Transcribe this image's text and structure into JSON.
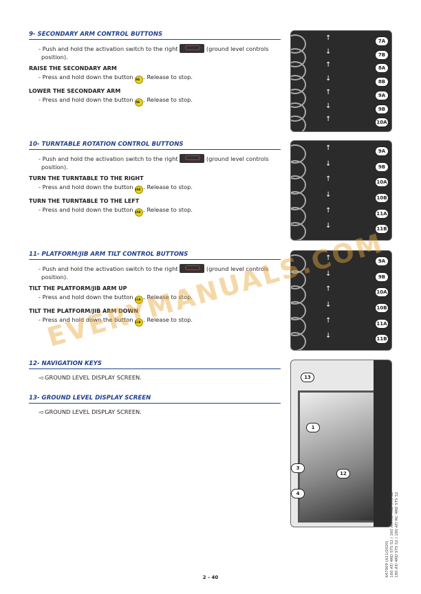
{
  "sections": [
    {
      "title": "9- SECONDARY ARM CONTROL BUTTONS",
      "intro": "- Push and hold the activation switch to the right",
      "intro_end": "(ground level controls position).",
      "actions": [
        {
          "heading": "RAISE THE SECONDARY ARM",
          "text": "- Press and hold down the button",
          "button": "9A",
          "end": ". Release to stop."
        },
        {
          "heading": "LOWER THE SECONDARY ARM",
          "text": "- Press and hold down the button",
          "button": "9B",
          "end": ". Release to stop."
        }
      ]
    },
    {
      "title": "10- TURNTABLE ROTATION CONTROL BUTTONS",
      "intro": "- Push and hold the activation switch to the right",
      "intro_end": "(ground level controls position).",
      "actions": [
        {
          "heading": "TURN THE TURNTABLE TO THE RIGHT",
          "text": "- Press and hold down the button",
          "button": "10A",
          "end": ". Release to stop."
        },
        {
          "heading": "TURN THE TURNTABLE TO THE LEFT",
          "text": "- Press and hold down the button",
          "button": "10B",
          "end": ". Release to stop."
        }
      ]
    },
    {
      "title": "11- PLATFORM/JIB ARM TILT CONTROL BUTTONS",
      "intro": "- Push and hold the activation switch to the right",
      "intro_end": "(ground level controls position).",
      "actions": [
        {
          "heading": "TILT THE PLATFORM/JIB ARM UP",
          "text": "- Press and hold down the button",
          "button": "11A",
          "end": ". Release to stop."
        },
        {
          "heading": "TILT THE PLATFORM/JIB ARM DOWN",
          "text": "- Press and hold down the button",
          "button": "11B",
          "end": ". Release to stop."
        }
      ]
    },
    {
      "title": "12- NAVIGATION KEYS",
      "ref": "◅ GROUND LEVEL DISPLAY SCREEN."
    },
    {
      "title": "13- GROUND LEVEL DISPLAY SCREEN",
      "ref": "◅ GROUND LEVEL DISPLAY SCREEN."
    }
  ],
  "figures": {
    "fig1": [
      "7A",
      "7B",
      "8A",
      "8B",
      "9A",
      "9B",
      "10A"
    ],
    "fig2": [
      "9A",
      "9B",
      "10A",
      "10B",
      "11A",
      "11B"
    ],
    "fig3": [
      "9A",
      "9B",
      "10A",
      "10B",
      "11A",
      "11B"
    ],
    "fig4": [
      "13",
      "1",
      "3",
      "4",
      "12"
    ]
  },
  "watermark": "EVERYMANUALS.COM",
  "footer": {
    "page": "2 - 40",
    "doc": "647909 (A11/2020)",
    "models1": "160 AT/ 4RD STS S2 / 160 AT/ RC 4RD STS S2",
    "models2": "180 AT/ 4RD STS S2 / 180 AT/ RC 4RD STS S2"
  }
}
